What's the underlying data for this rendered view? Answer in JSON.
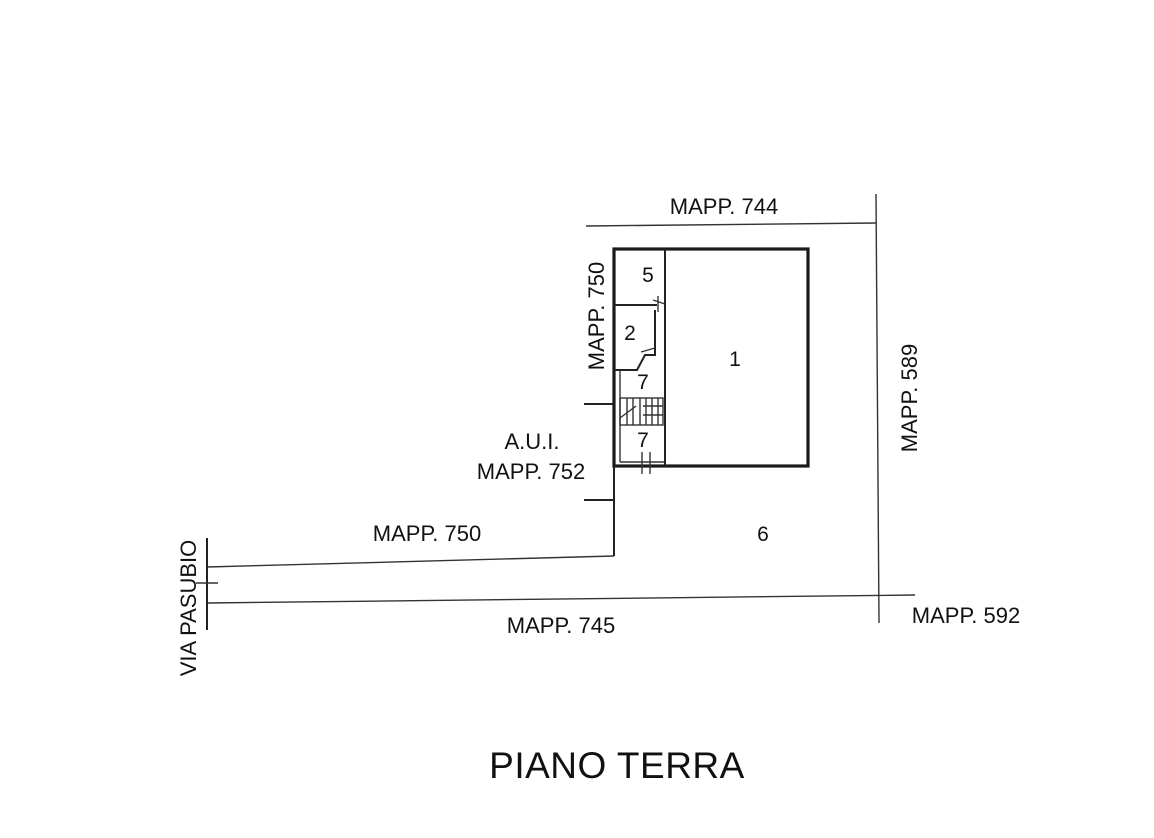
{
  "plan": {
    "title": "PIANO TERRA",
    "neighbors": {
      "north": "MAPP. 744",
      "west_upper": "MAPP. 750",
      "east": "MAPP. 589",
      "aui_line1": "A.U.I.",
      "aui_line2": "MAPP. 752",
      "south_inner": "MAPP. 750",
      "south": "MAPP. 745",
      "southeast": "MAPP. 592",
      "street": "VIA PASUBIO"
    },
    "rooms": {
      "r1": "1",
      "r2": "2",
      "r5": "5",
      "r6": "6",
      "r7_upper": "7",
      "r7_lower": "7"
    }
  }
}
